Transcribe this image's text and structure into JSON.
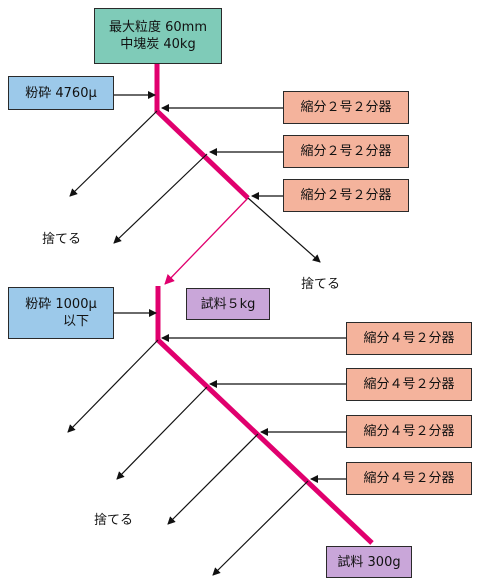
{
  "source": {
    "line1": "最大粒度 60mm",
    "line2": "中塊炭 40kg"
  },
  "crush1": "粉砕 4760μ",
  "crush2": {
    "line1": "粉砕 1000μ",
    "line2": "以下"
  },
  "stage1_dividers": [
    "縮分２号２分器",
    "縮分２号２分器",
    "縮分２号２分器"
  ],
  "stage2_dividers": [
    "縮分４号２分器",
    "縮分４号２分器",
    "縮分４号２分器",
    "縮分４号２分器"
  ],
  "sample_mid": "試料５kg",
  "sample_final": "試料 300g",
  "discard": [
    "捨てる",
    "捨てる",
    "捨てる"
  ],
  "colors": {
    "main_flow": "#e0006e",
    "source_box": "#7fcbb8",
    "crush_box": "#9cc9ea",
    "divider_box": "#f4b39c",
    "sample_box": "#c9a6d9"
  }
}
